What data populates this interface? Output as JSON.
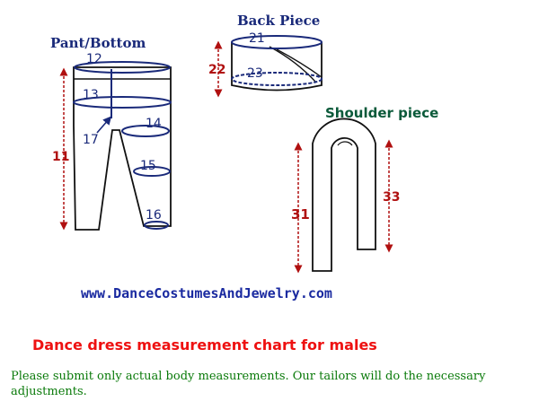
{
  "labels": {
    "pant_title": "Pant/Bottom",
    "back_title": "Back Piece",
    "shoulder_title": "Shoulder piece"
  },
  "measurements": {
    "m11": "11",
    "m12": "12",
    "m13": "13",
    "m14": "14",
    "m15": "15",
    "m16": "16",
    "m17": "17",
    "m21": "21",
    "m22": "22",
    "m23": "23",
    "m31": "31",
    "m33": "33"
  },
  "website": "www.DanceCostumesAndJewelry.com",
  "chart_title": "Dance dress measurement chart for males",
  "note": "Please submit only actual body measurements. Our tailors will do the necessary adjustments.",
  "colors": {
    "outline": "#111111",
    "navy": "#1a2a7a",
    "measure_red": "#b01010",
    "title_red": "#ee1111",
    "note_green": "#0a7a0a",
    "shoulder_green": "#0b5a3a"
  }
}
